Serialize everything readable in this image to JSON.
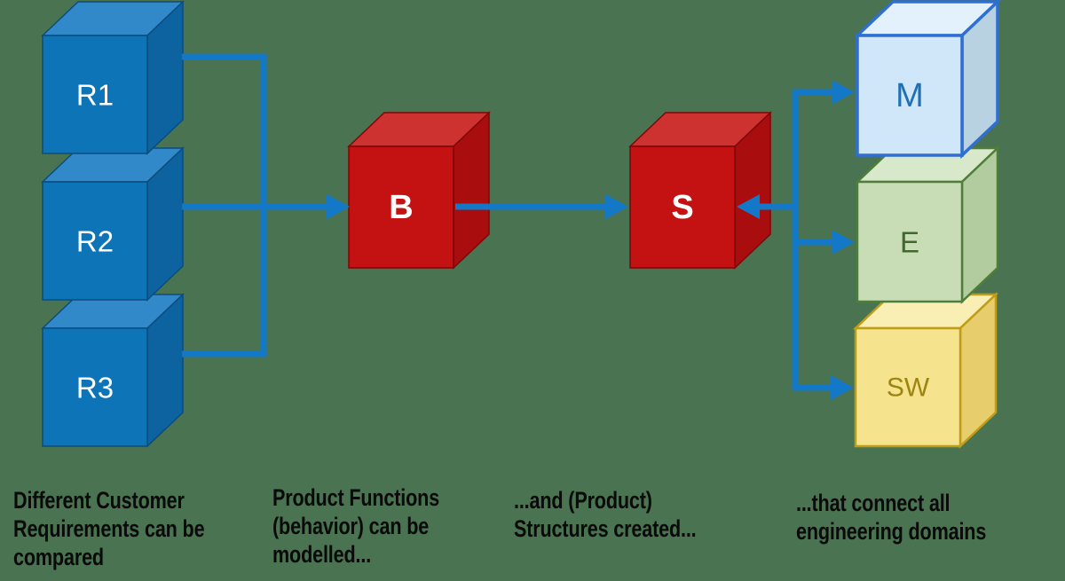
{
  "diagram": {
    "background_color": "#4a7351",
    "connector_color": "#1478c8",
    "nodes": [
      {
        "id": "R1",
        "label": "R1",
        "color": "#0e74b8"
      },
      {
        "id": "R2",
        "label": "R2",
        "color": "#0e74b8"
      },
      {
        "id": "R3",
        "label": "R3",
        "color": "#0e74b8"
      },
      {
        "id": "B",
        "label": "B",
        "color": "#c41111"
      },
      {
        "id": "S",
        "label": "S",
        "color": "#c41111"
      },
      {
        "id": "M",
        "label": "M",
        "color": "#cfe7f9"
      },
      {
        "id": "E",
        "label": "E",
        "color": "#c8ddb6"
      },
      {
        "id": "SW",
        "label": "SW",
        "color": "#f5e38d"
      }
    ],
    "edges": [
      {
        "from": "R1",
        "to": "B"
      },
      {
        "from": "R2",
        "to": "B"
      },
      {
        "from": "R3",
        "to": "B"
      },
      {
        "from": "B",
        "to": "S"
      },
      {
        "from": "S",
        "to": "M"
      },
      {
        "from": "S",
        "to": "E"
      },
      {
        "from": "S",
        "to": "SW"
      }
    ],
    "captions": [
      {
        "text": "Different Customer\nRequirements can be\ncompared"
      },
      {
        "text": "Product Functions\n(behavior) can be\nmodelled..."
      },
      {
        "text": "...and (Product)\nStructures created..."
      },
      {
        "text": "...that connect all\nengineering domains"
      }
    ]
  }
}
